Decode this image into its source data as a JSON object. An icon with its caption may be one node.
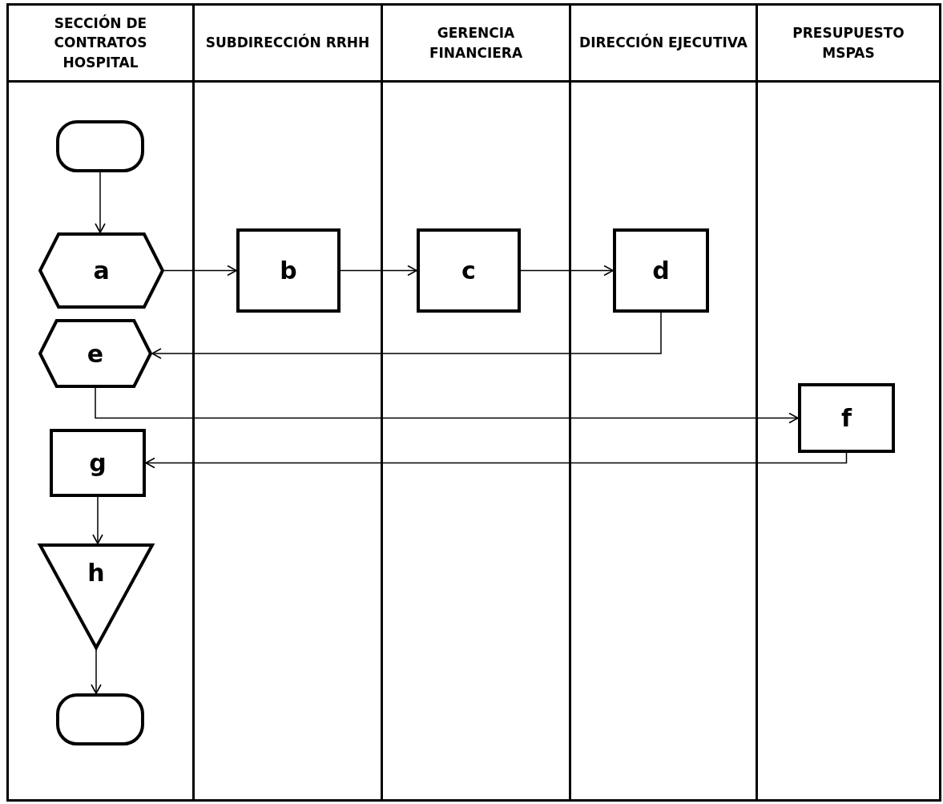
{
  "diagram": {
    "nodes": [
      {
        "text": [
          "SECCIÓN DE CONTRATOS HOSPITAL"
        ]
      },
      {
        "text": [
          "SUBDIRECCIÓN RRHH"
        ]
      },
      {
        "text": [
          "GERENCIA FINANCIERA"
        ]
      },
      {
        "text": [
          "DIRECCIÓN EJECUTIVA"
        ]
      },
      {
        "text": [
          "PRESUPUESTO MSPAS"
        ]
      },
      {
        "text": [],
        "shape": "oval",
        "in": 0
      },
      {
        "text": [
          "a"
        ],
        "in": 0
      },
      {
        "text": [
          "b"
        ],
        "in": 1
      },
      {
        "text": [
          "c"
        ],
        "in": 2
      },
      {
        "text": [
          "d"
        ],
        "in": 3
      },
      {
        "text": [
          "e"
        ],
        "in": 0
      },
      {
        "text": [
          "f"
        ],
        "in": 4
      },
      {
        "text": [
          "g"
        ],
        "in": 0
      },
      {
        "text": [
          "h"
        ],
        "in": 0
      },
      {
        "text": [],
        "shape": "oval",
        "in": 0
      }
    ],
    "edges": [
      {
        "from": 5,
        "to": 6,
        "arrow": "to"
      },
      {
        "from": 6,
        "to": 7,
        "arrow": "to"
      },
      {
        "from": 7,
        "to": 8,
        "arrow": "to"
      },
      {
        "from": 8,
        "to": 9,
        "arrow": "to"
      },
      {
        "from": 9,
        "to": 10,
        "arrow": "to"
      },
      {
        "from": 10,
        "to": 11,
        "arrow": "to"
      },
      {
        "from": 11,
        "to": 12,
        "arrow": "to"
      },
      {
        "from": 12,
        "to": 13,
        "arrow": "to"
      },
      {
        "from": 13,
        "to": 14,
        "arrow": "to"
      }
    ]
  }
}
